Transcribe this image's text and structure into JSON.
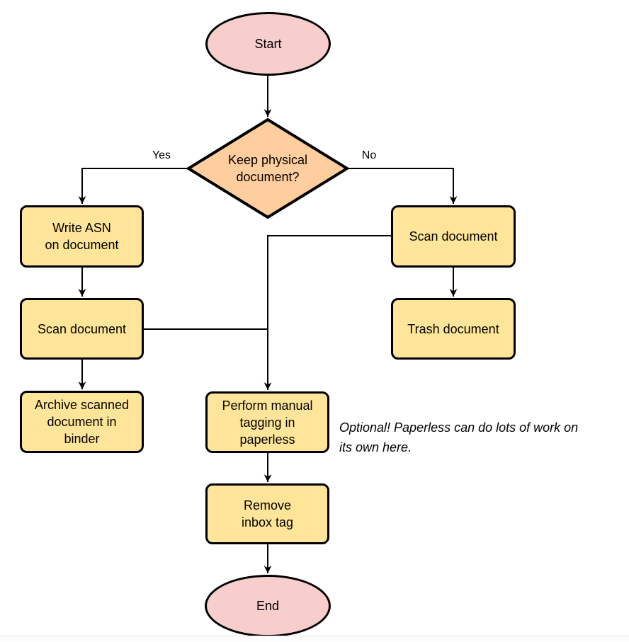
{
  "diagram": {
    "type": "flowchart",
    "nodes": {
      "start": {
        "label": "Start",
        "shape": "terminator"
      },
      "decision": {
        "label": "Keep physical\ndocument?",
        "shape": "decision"
      },
      "write_asn": {
        "label": "Write ASN\non document",
        "shape": "process"
      },
      "scan_left": {
        "label": "Scan document",
        "shape": "process"
      },
      "archive": {
        "label": "Archive scanned\ndocument in\nbinder",
        "shape": "process"
      },
      "scan_right": {
        "label": "Scan document",
        "shape": "process"
      },
      "trash": {
        "label": "Trash document",
        "shape": "process"
      },
      "tagging": {
        "label": "Perform manual\ntagging in\npaperless",
        "shape": "process"
      },
      "remove_inbox": {
        "label": "Remove\ninbox tag",
        "shape": "process"
      },
      "end": {
        "label": "End",
        "shape": "terminator"
      }
    },
    "edge_labels": {
      "yes": "Yes",
      "no": "No"
    },
    "note": "Optional! Paperless can do lots of work on\nits own here.",
    "colors": {
      "terminator_fill": "#f8cecc",
      "decision_fill": "#ffce9e",
      "process_fill": "#ffe599",
      "stroke": "#000000"
    }
  }
}
